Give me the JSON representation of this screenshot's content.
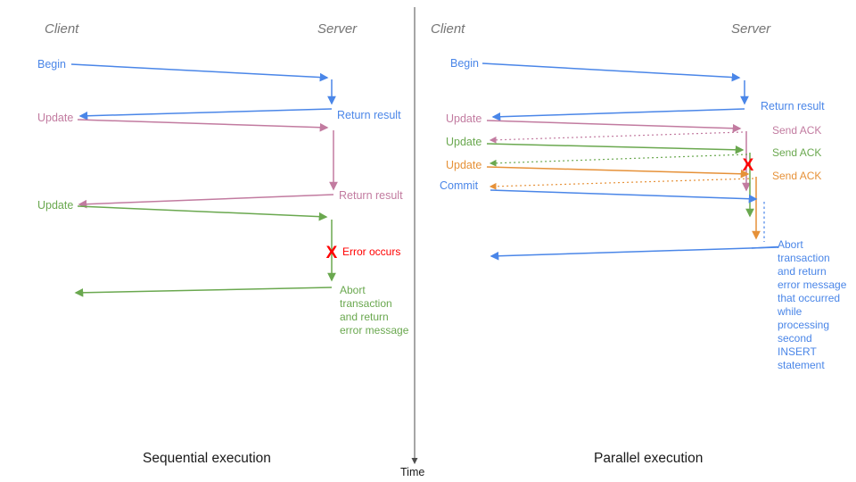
{
  "colors": {
    "blue": "#4a86e8",
    "pink": "#c27ba0",
    "green": "#6aa84f",
    "orange": "#e69138",
    "red": "#ff0000",
    "header_gray": "#757575",
    "axis": "#4d4d4d",
    "title_black": "#1a1a1a"
  },
  "time_axis": {
    "label": "Time"
  },
  "sequential": {
    "title": "Sequential execution",
    "client_header": "Client",
    "server_header": "Server",
    "begin_label": "Begin",
    "begin_return_label": "Return result",
    "update1_label": "Update",
    "update1_return_label": "Return result",
    "update2_label": "Update",
    "error_x": "X",
    "error_label": "Error occurs",
    "abort_lines": [
      "Abort",
      "transaction",
      "and return",
      "error message"
    ]
  },
  "parallel": {
    "title": "Parallel execution",
    "client_header": "Client",
    "server_header": "Server",
    "begin_label": "Begin",
    "begin_return_label": "Return result",
    "update1_label": "Update",
    "ack1_label": "Send ACK",
    "update2_label": "Update",
    "ack2_label": "Send ACK",
    "update3_label": "Update",
    "ack3_label": "Send ACK",
    "commit_label": "Commit",
    "error_x": "X",
    "abort_lines": [
      "Abort",
      "transaction",
      "and return",
      "error message",
      "that occurred",
      "while",
      "processing",
      "second",
      "INSERT",
      "statement"
    ]
  }
}
